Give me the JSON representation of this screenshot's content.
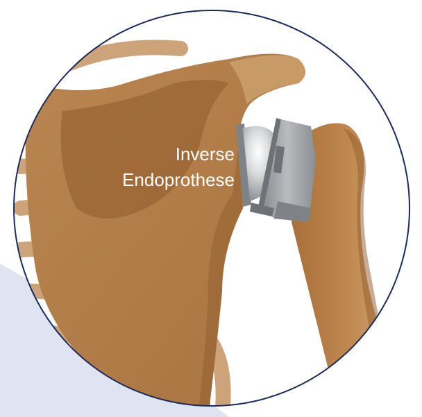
{
  "figure": {
    "label_line1": "Inverse",
    "label_line2": "Endoprothese"
  },
  "colors": {
    "backdrop": "#dfe3f2",
    "circle_border": "#1b2a5c",
    "bone_main": "#b07a45",
    "bone_shadow": "#8f5b2c",
    "bone_light": "#c89a65",
    "ribs": "#cda47a",
    "implant_metal": "#a9abae",
    "implant_dark": "#7f8286",
    "implant_ball": "#d6d7d9",
    "label_text": "#ffffff"
  },
  "icons": {
    "subject": "shoulder-joint-prosthesis-illustration"
  }
}
